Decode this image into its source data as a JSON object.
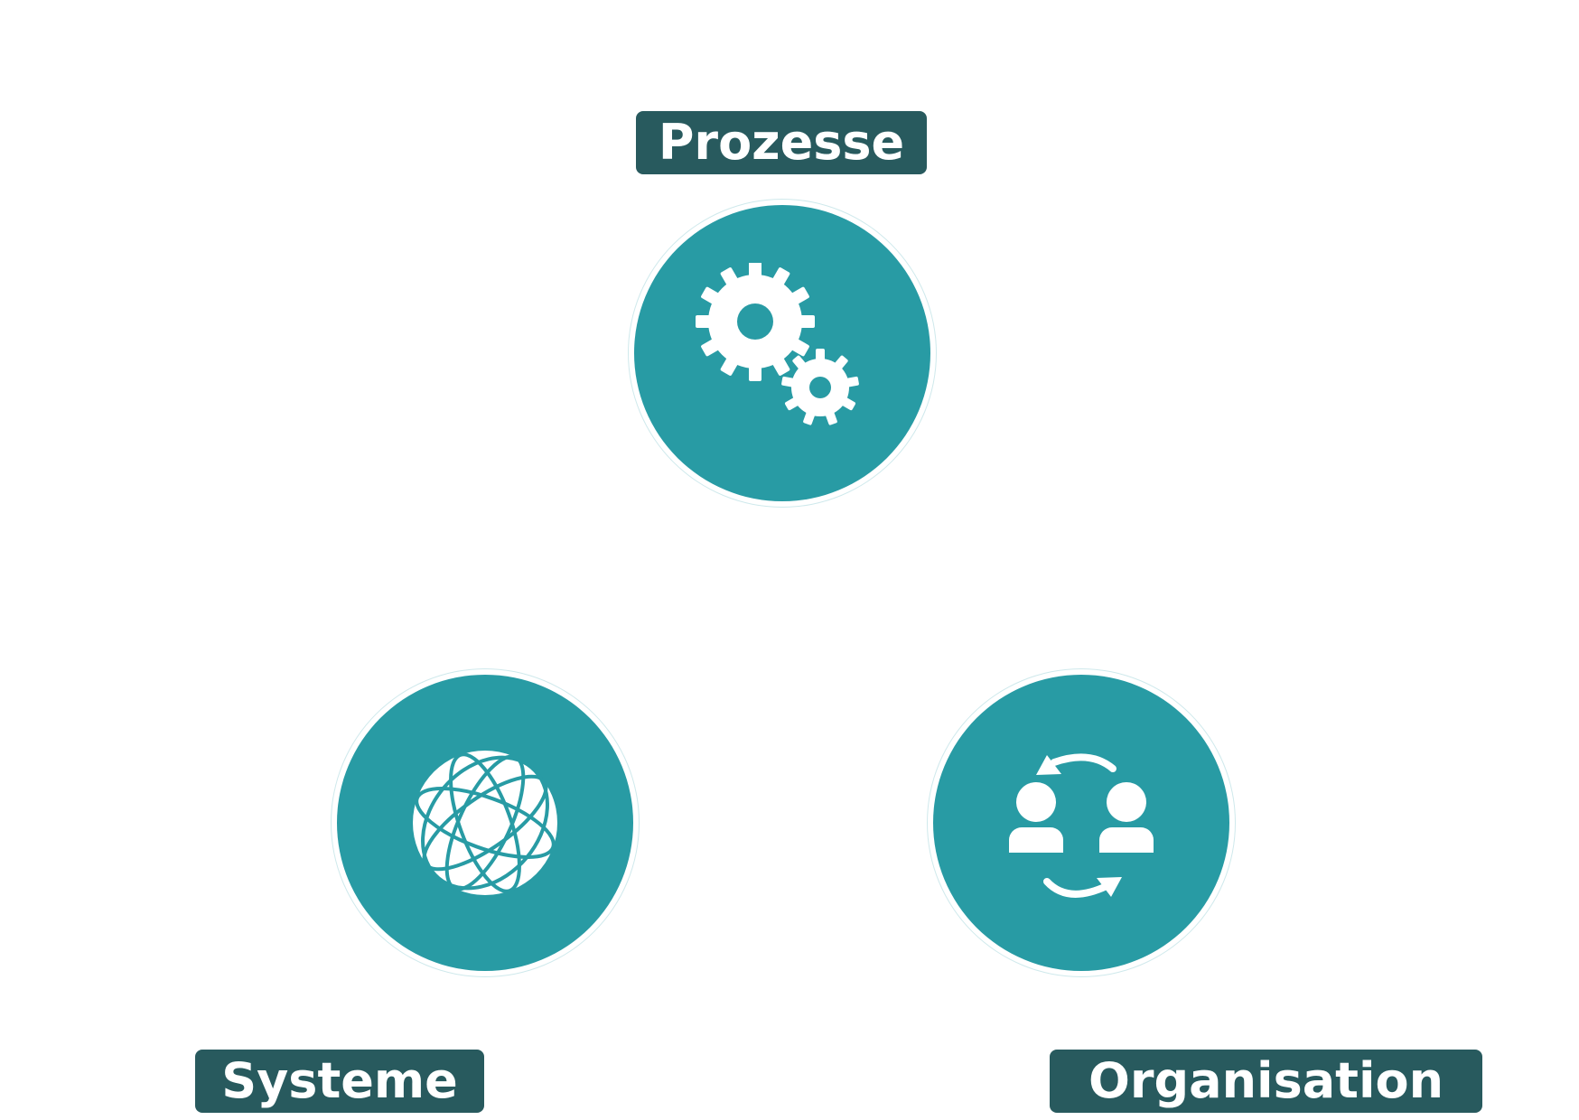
{
  "nodes": [
    {
      "label": "Prozesse",
      "icon": "gears-icon"
    },
    {
      "label": "Systeme",
      "icon": "globe-icon"
    },
    {
      "label": "Organisation",
      "icon": "people-exchange-icon"
    }
  ],
  "colors": {
    "circle": "#289ba4",
    "label_box": "#285a5e",
    "text": "#ffffff"
  }
}
